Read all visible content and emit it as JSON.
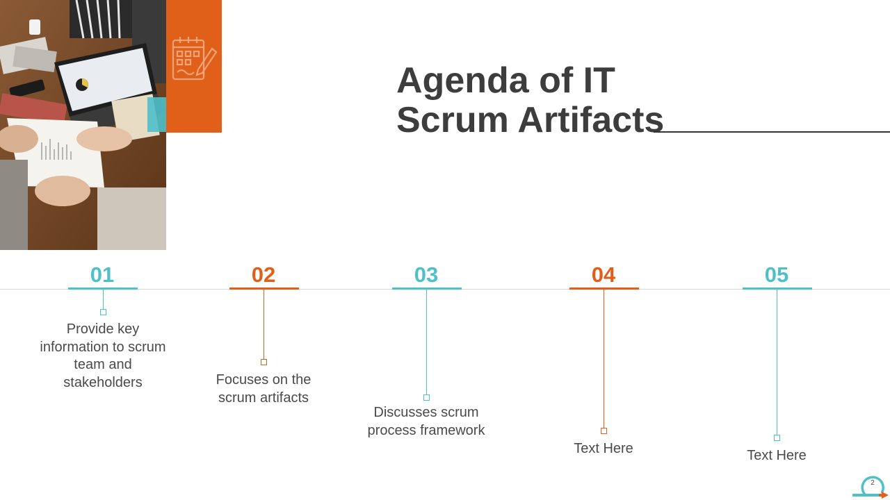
{
  "slide": {
    "title": "Agenda of IT Scrum Artifacts",
    "page_number": "2",
    "colors": {
      "orange": "#e0601a",
      "teal": "#4fbfc9",
      "text": "#3d3d3d"
    }
  },
  "images": {
    "photo": "meeting-photo",
    "photo_subject": "people at a desk with a laptop and papers",
    "block_icon": "calendar-pencil-icon",
    "footer_logo": "circular-arrow-logo-icon"
  },
  "agenda_items": [
    {
      "number": "01",
      "text": "Provide key information to scrum team and stakeholders",
      "color": "#4fbfc9"
    },
    {
      "number": "02",
      "text": "Focuses on the scrum artifacts",
      "color": "#e0601a"
    },
    {
      "number": "03",
      "text": "Discusses scrum process framework",
      "color": "#4fbfc9"
    },
    {
      "number": "04",
      "text": "Text Here",
      "color": "#e0601a"
    },
    {
      "number": "05",
      "text": "Text Here",
      "color": "#4fbfc9"
    }
  ]
}
